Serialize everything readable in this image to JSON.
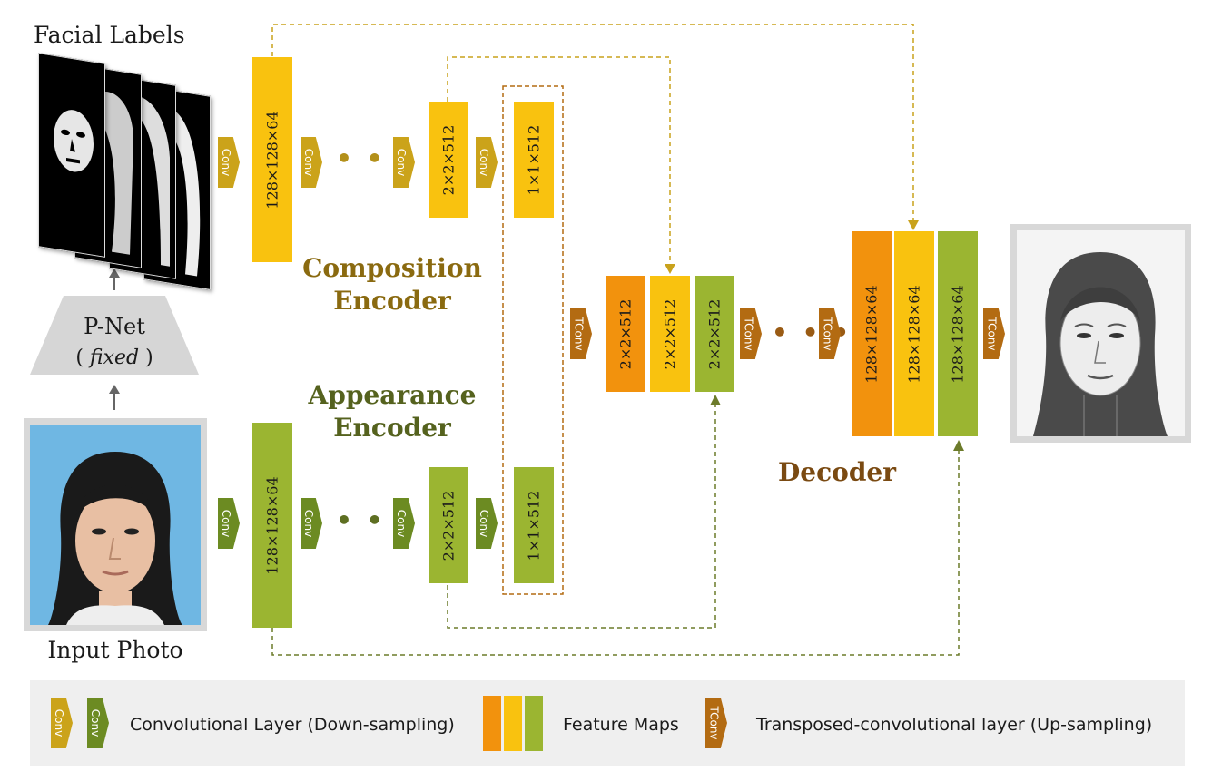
{
  "facial_labels_title": "Facial Labels",
  "pnet": {
    "name": "P-Net",
    "paren_open": "( ",
    "fixed": "fixed",
    "paren_close": " )"
  },
  "input_photo_title": "Input Photo",
  "composition_encoder": {
    "line1": "Composition",
    "line2": "Encoder"
  },
  "appearance_encoder": {
    "line1": "Appearance",
    "line2": "Encoder"
  },
  "decoder_title": "Decoder",
  "conv_label": "Conv",
  "tconv_label": "TConv",
  "ellipsis": "• • •",
  "feature_maps": {
    "comp_1": "128×128×64",
    "comp_2": "2×2×512",
    "comp_3": "1×1×512",
    "app_1": "128×128×64",
    "app_2": "2×2×512",
    "app_3": "1×1×512",
    "dec_a1": "2×2×512",
    "dec_a2": "2×2×512",
    "dec_a3": "2×2×512",
    "dec_b1": "128×128×64",
    "dec_b2": "128×128×64",
    "dec_b3": "128×128×64"
  },
  "legend": {
    "conv_text": "Convolutional Layer (Down-sampling)",
    "feature_text": "Feature Maps",
    "tconv_text": "Transposed-convolutional layer (Up-sampling)"
  },
  "colors": {
    "orange": "#F2920D",
    "yellow": "#F9C20F",
    "green": "#9BB531",
    "conv_yellow": "#CBA31A",
    "conv_green": "#6C8B22",
    "tconv_brown": "#B36B12",
    "composition_text": "#8A6A10",
    "appearance_text": "#55621E",
    "decoder_text": "#7A4A12"
  }
}
